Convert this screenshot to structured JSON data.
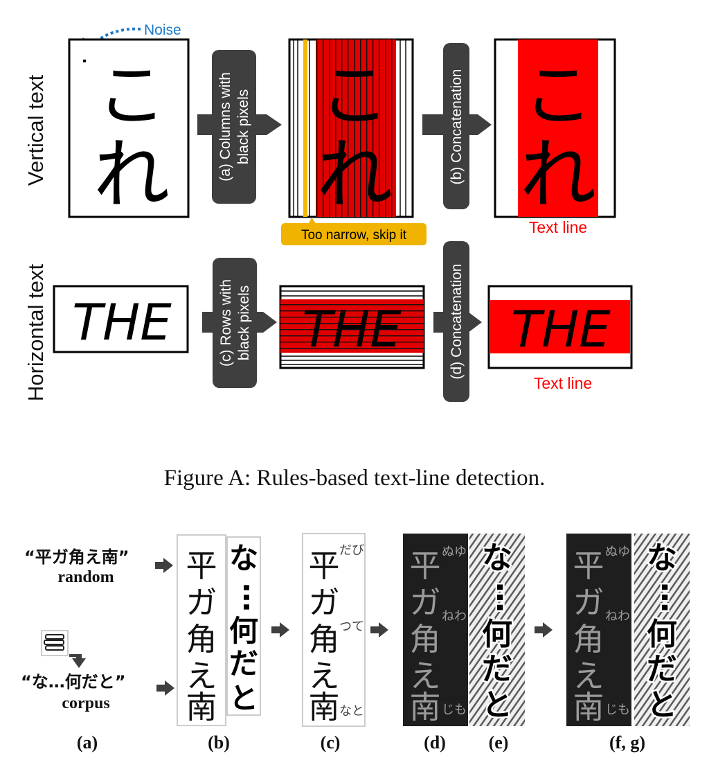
{
  "figure_a": {
    "row_labels": {
      "vertical": "Vertical text",
      "horizontal": "Horizontal text"
    },
    "noise_label": "Noise",
    "step_labels": {
      "a": [
        "(a) Columns with",
        "black pixels"
      ],
      "b": [
        "(b) Concatenation"
      ],
      "c": [
        "(c) Rows with",
        "black pixels"
      ],
      "d": [
        "(d) Concatenation"
      ]
    },
    "vertical_glyphs": [
      "こ",
      "れ"
    ],
    "horizontal_word": "THE",
    "too_narrow_note": "Too narrow, skip it",
    "text_line_label": "Text line",
    "caption": "Figure A: Rules-based text-line detection."
  },
  "figure_b": {
    "input_random": "“平ガ角え南”",
    "input_random_label": "random",
    "input_corpus": "“な…何だと”",
    "input_corpus_label": "corpus",
    "line1_chars": [
      "平",
      "ガ",
      "角",
      "え",
      "南"
    ],
    "line2_chars": [
      "な",
      "…",
      "何",
      "だ",
      "と"
    ],
    "ruby": [
      "だび",
      "つて",
      "なと"
    ],
    "ruby_dark": [
      "ぬゆ",
      "ねわ",
      "じも"
    ],
    "panel_labels": [
      "(a)",
      "(b)",
      "(c)",
      "(d)",
      "(e)",
      "(f, g)"
    ]
  },
  "colors": {
    "accent_red": "#ff0000",
    "dark_arrow": "#3f3f3f",
    "noise_blue": "#1a78c8",
    "note_amber": "#f0b400",
    "note_bar": "#f5b800"
  }
}
